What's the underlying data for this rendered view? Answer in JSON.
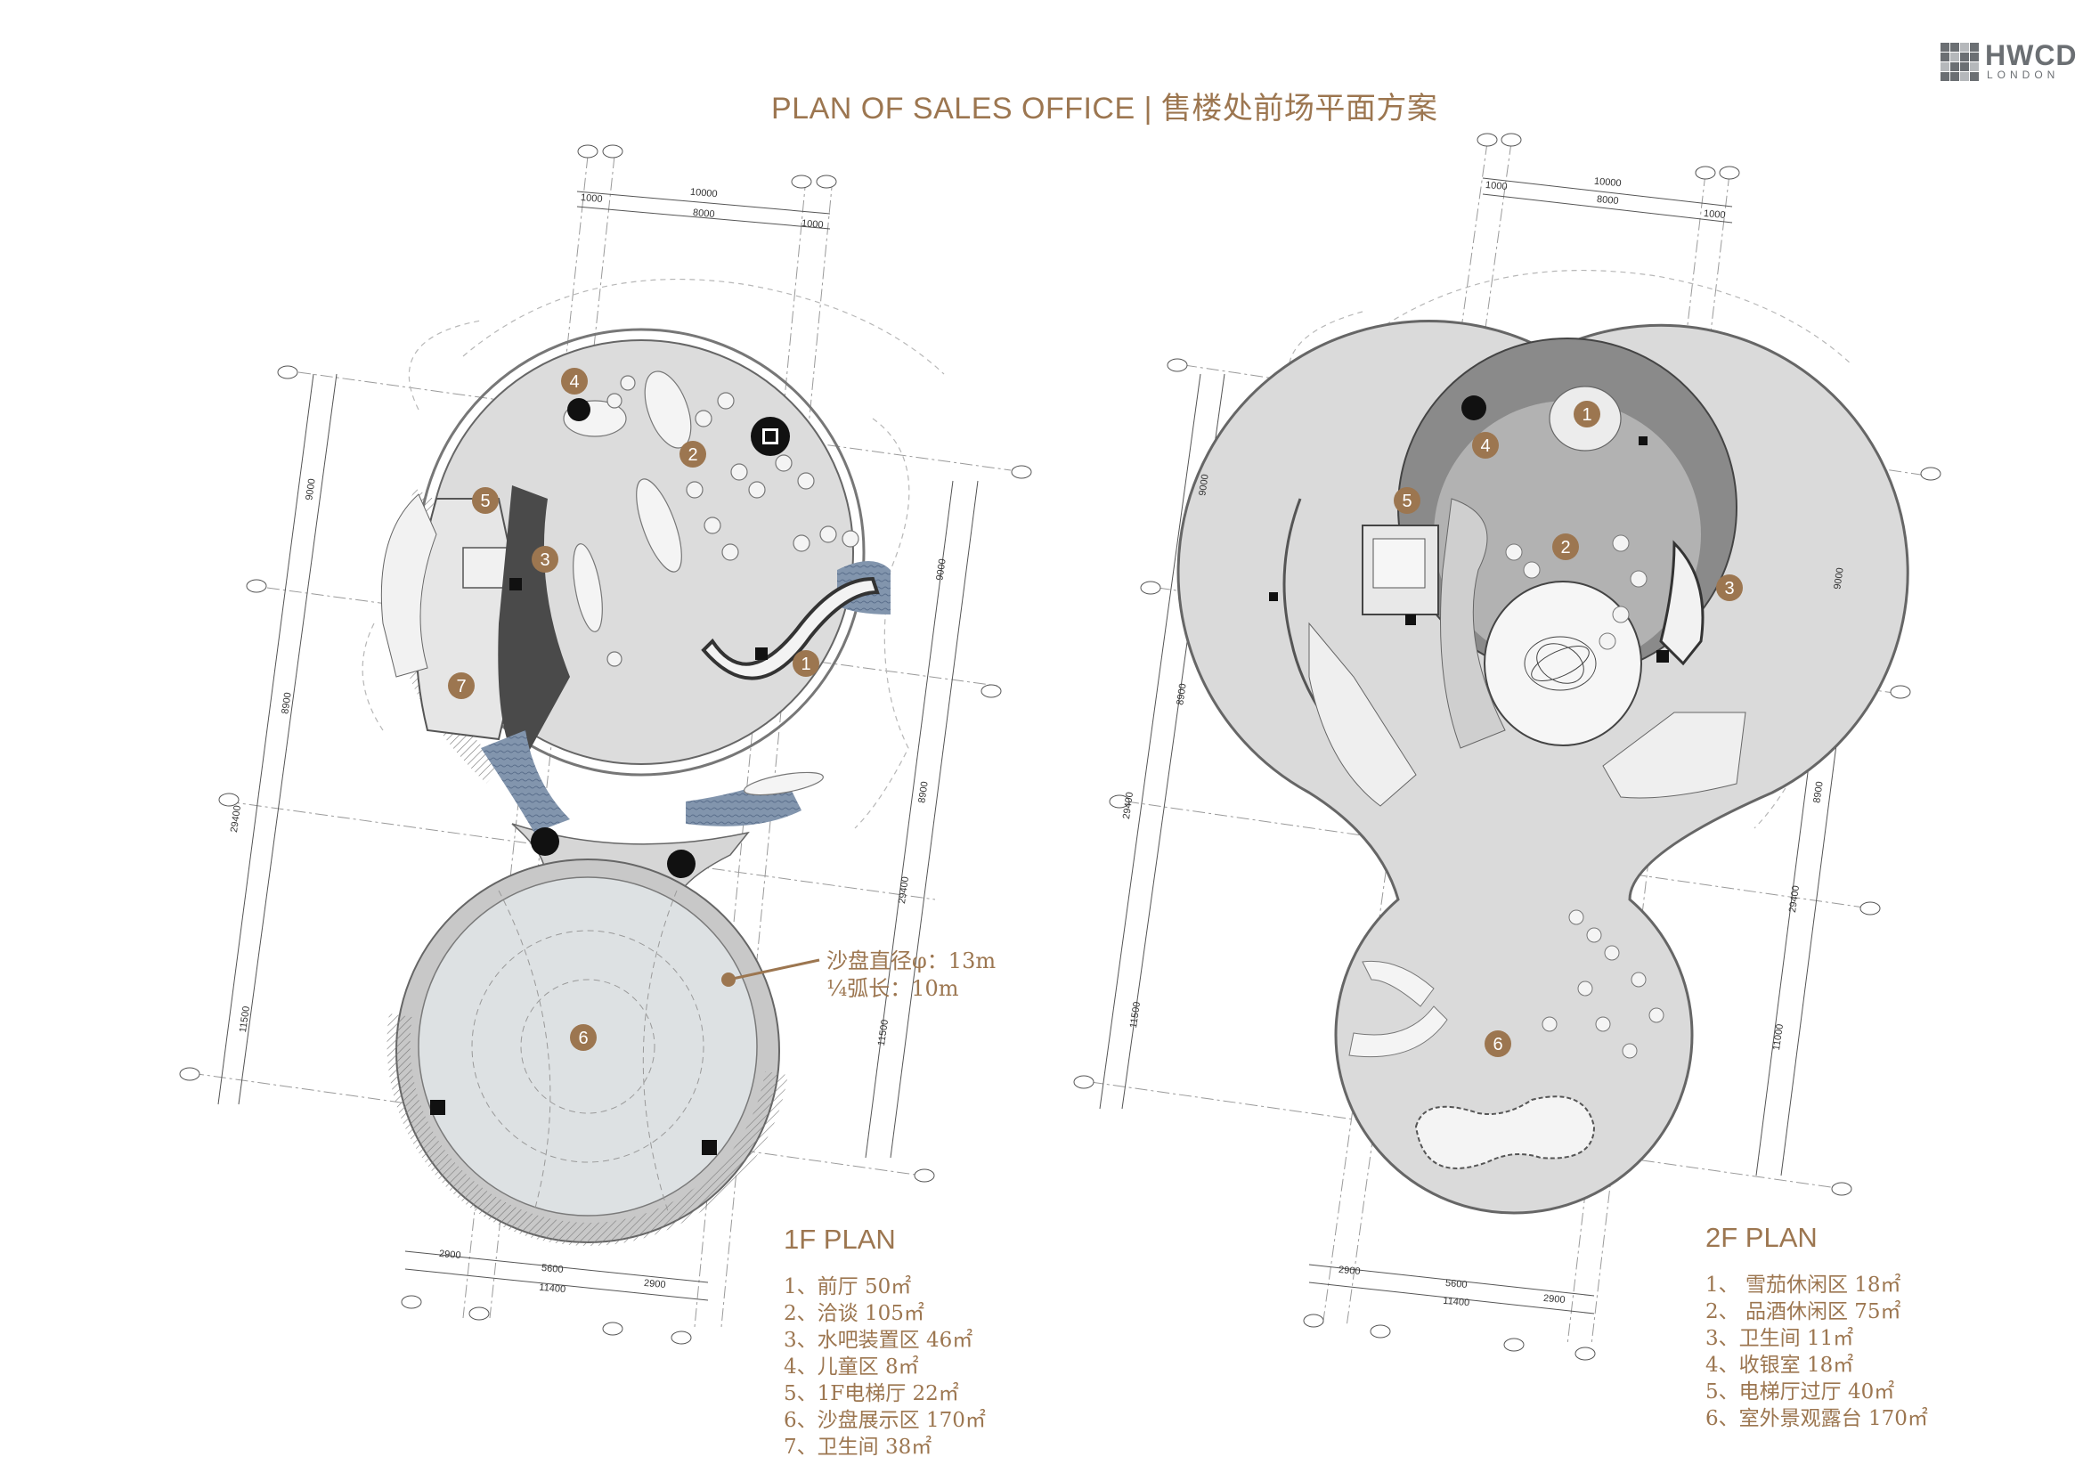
{
  "title": "PLAN  OF SALES OFFICE | 售楼处前场平面方案",
  "logo": {
    "name": "HWCD",
    "sub": "LONDON"
  },
  "plan_1f": {
    "title": "1F PLAN",
    "legend": [
      "1、前厅  50㎡",
      "2、洽谈  105㎡",
      "3、水吧装置区  46㎡",
      "4、儿童区  8㎡",
      "5、1F电梯厅  22㎡",
      "6、沙盘展示区  170㎡",
      "7、卫生间  38㎡"
    ],
    "annotation": [
      "沙盘直径φ：13m",
      "¼弧长：10m"
    ],
    "markers": [
      "1",
      "2",
      "3",
      "4",
      "5",
      "6",
      "7"
    ],
    "dims_top": [
      "10000",
      "8000",
      "1000",
      "1000"
    ],
    "dims_bottom": [
      "2900",
      "5600",
      "11400",
      "2900"
    ],
    "dims_left": [
      "9000",
      "8900",
      "29400",
      "11500"
    ],
    "dims_right": [
      "9000",
      "8900",
      "29400",
      "11500"
    ]
  },
  "plan_2f": {
    "title": "2F PLAN",
    "legend": [
      "1、 雪茄休闲区  18㎡",
      "2、 品酒休闲区 75㎡",
      "3、卫生间 11㎡",
      "4、收银室 18㎡",
      "5、电梯厅过厅 40㎡",
      "6、室外景观露台 170㎡"
    ],
    "markers": [
      "1",
      "2",
      "3",
      "4",
      "5",
      "6"
    ],
    "dims_top": [
      "10000",
      "8000",
      "1000",
      "1000"
    ],
    "dims_bottom": [
      "2900",
      "5600",
      "11400",
      "2900"
    ],
    "dims_left": [
      "9000",
      "8900",
      "29400",
      "11500"
    ],
    "dims_right": [
      "9000",
      "8900",
      "29400",
      "11000"
    ]
  },
  "colors": {
    "accent": "#9c7650",
    "marker": "#9c7650",
    "floor": "#dcdcdc",
    "floor_dark": "#8f8f8f",
    "water": "#6f84a0"
  }
}
